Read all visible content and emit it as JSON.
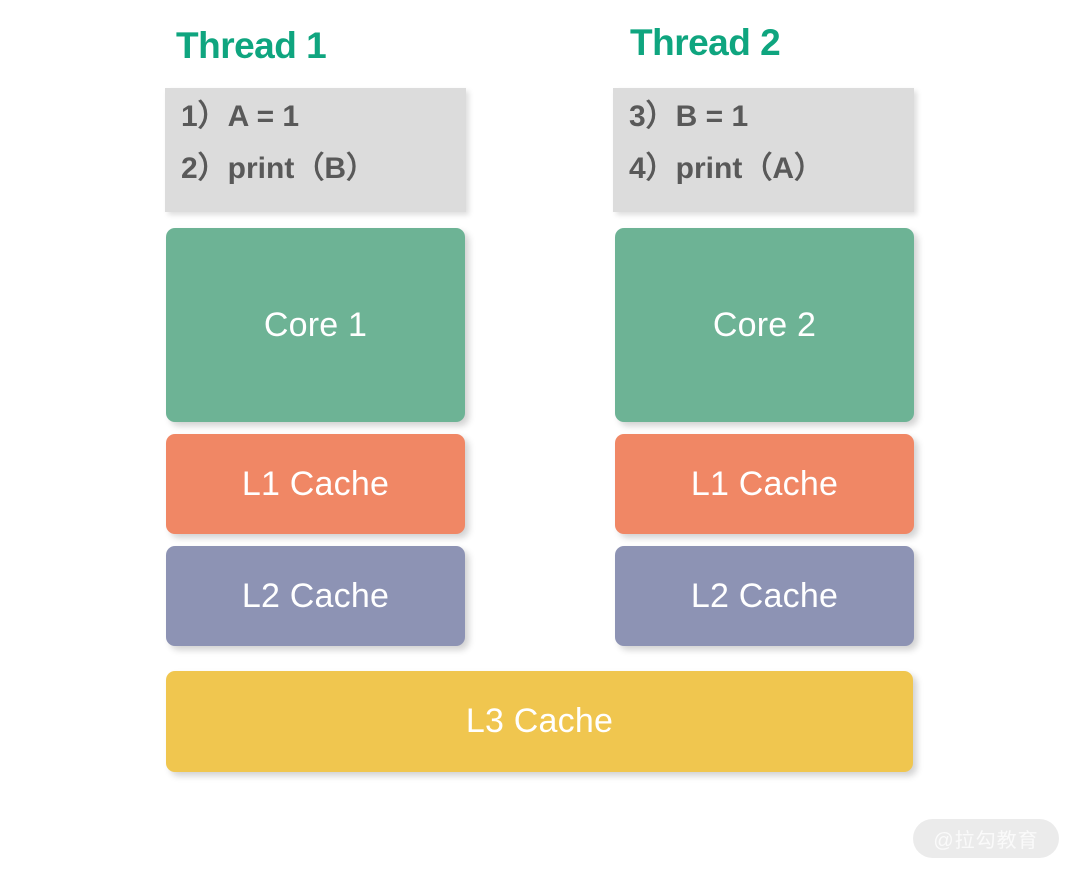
{
  "background": "#ffffff",
  "colors": {
    "heading_teal": "#0FA57F",
    "code_box_gray": "#DCDCDC",
    "code_text_gray": "#595959",
    "core_green": "#6DB395",
    "l1_orange": "#F08765",
    "l2_purple": "#8D93B4",
    "l3_yellow": "#F0C64F",
    "watermark_pill": "#EBEBEB",
    "watermark_text": "#FAFAFA"
  },
  "columns": [
    {
      "title": "Thread 1",
      "code_lines": [
        "1）A = 1",
        "2）print（B）"
      ],
      "core_label": "Core 1",
      "l1_label": "L1 Cache",
      "l2_label": "L2 Cache"
    },
    {
      "title": "Thread 2",
      "code_lines": [
        "3）B = 1",
        "4）print（A）"
      ],
      "core_label": "Core 2",
      "l1_label": "L1 Cache",
      "l2_label": "L2 Cache"
    }
  ],
  "shared": {
    "l3_label": "L3 Cache"
  },
  "watermark": {
    "text": "@拉勾教育"
  }
}
